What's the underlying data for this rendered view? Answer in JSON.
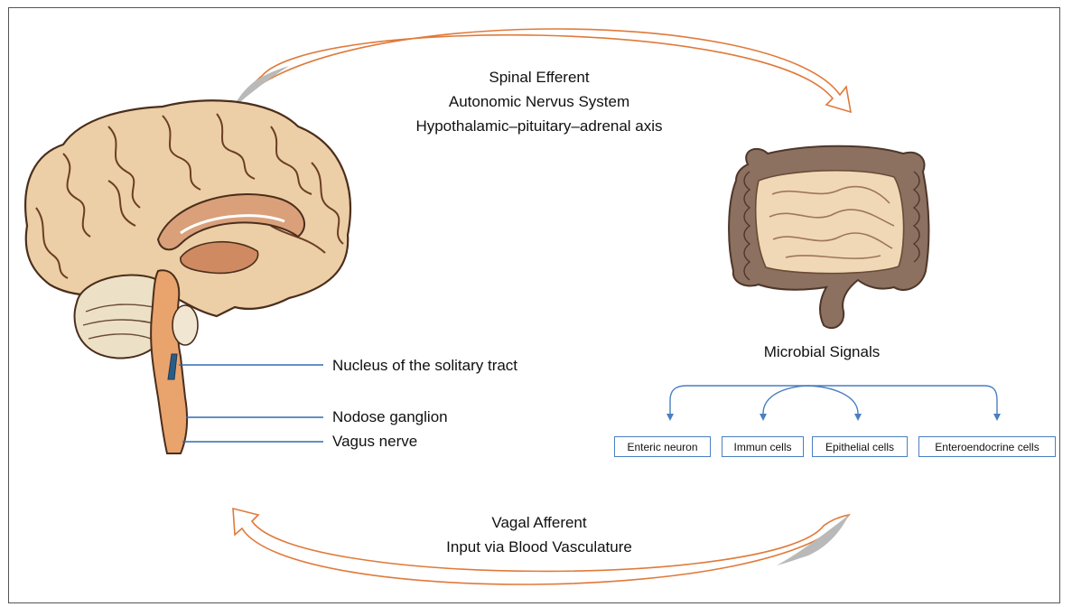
{
  "efferent": {
    "line1": "Spinal Efferent",
    "line2": "Autonomic Nervus System",
    "line3": "Hypothalamic–pituitary–adrenal axis"
  },
  "afferent": {
    "line1": "Vagal Afferent",
    "line2": "Input via Blood Vasculature"
  },
  "brain_labels": {
    "nts": "Nucleus of the solitary tract",
    "nodose": "Nodose ganglion",
    "vagus": "Vagus nerve"
  },
  "microbial": {
    "title": "Microbial Signals",
    "targets": [
      "Enteric neuron",
      "Immun cells",
      "Epithelial cells",
      "Enteroendocrine cells"
    ]
  },
  "colors": {
    "arrow_outline": "#e07a3a",
    "arrow_fill": "#b9b9b9",
    "leader_line": "#2f6db0",
    "brain_fill": "#eccfa6",
    "brain_outline": "#4a2e1c",
    "gut_fill": "#f0d8b6",
    "gut_outline": "#6b4a36"
  },
  "icons": {
    "brain": "brain-sagittal-icon",
    "intestine": "intestine-icon"
  }
}
